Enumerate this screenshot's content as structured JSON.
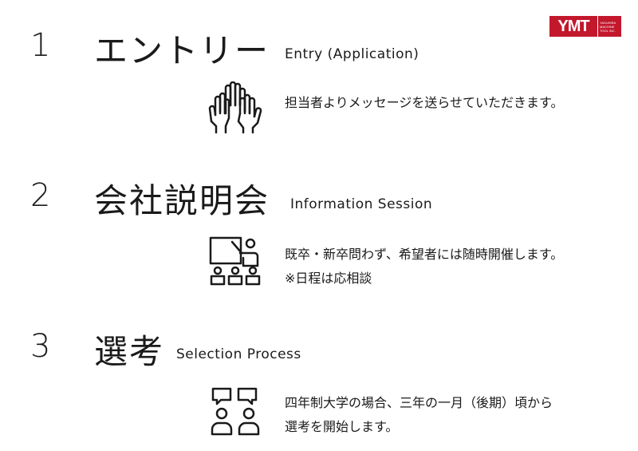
{
  "logo": {
    "text": "YMT",
    "sub_line1": "YASUHIRA",
    "sub_line2": "MACHINE",
    "sub_line3": "TOOL INC.",
    "color": "#c3172c"
  },
  "steps": [
    {
      "number": "1",
      "title": "エントリー",
      "subtitle": "Entry (Application)",
      "icon": "raised-hands-icon",
      "lines": [
        "担当者よりメッセージを送らせていただきます。"
      ]
    },
    {
      "number": "2",
      "title": "会社説明会",
      "subtitle": "Information Session",
      "icon": "presentation-icon",
      "lines": [
        "既卒・新卒問わず、希望者には随時開催します。",
        "※日程は応相談"
      ]
    },
    {
      "number": "3",
      "title": "選考",
      "subtitle": "Selection Process",
      "icon": "interview-icon",
      "lines": [
        "四年制大学の場合、三年の一月（後期）頃から",
        "選考を開始します。"
      ]
    }
  ]
}
